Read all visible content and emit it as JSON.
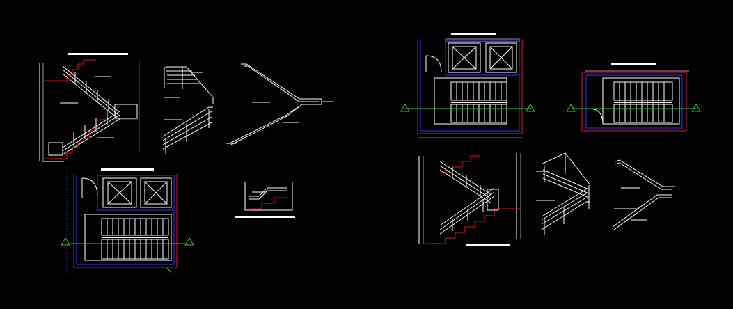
{
  "drawing": {
    "background": "#000000",
    "colors": {
      "white": "#ffffff",
      "red": "#e0141e",
      "blue": "#2a36ff",
      "green": "#22d322",
      "grey": "#9a9a9a"
    },
    "section_markers": [
      {
        "symbol": "triangle-marker",
        "color": "#22d322"
      },
      {
        "symbol": "triangle-marker",
        "color": "#22d322"
      },
      {
        "symbol": "triangle-marker",
        "color": "#22d322"
      },
      {
        "symbol": "triangle-marker",
        "color": "#22d322"
      },
      {
        "symbol": "triangle-marker",
        "color": "#22d322"
      },
      {
        "symbol": "triangle-marker",
        "color": "#22d322"
      }
    ],
    "note": ""
  }
}
